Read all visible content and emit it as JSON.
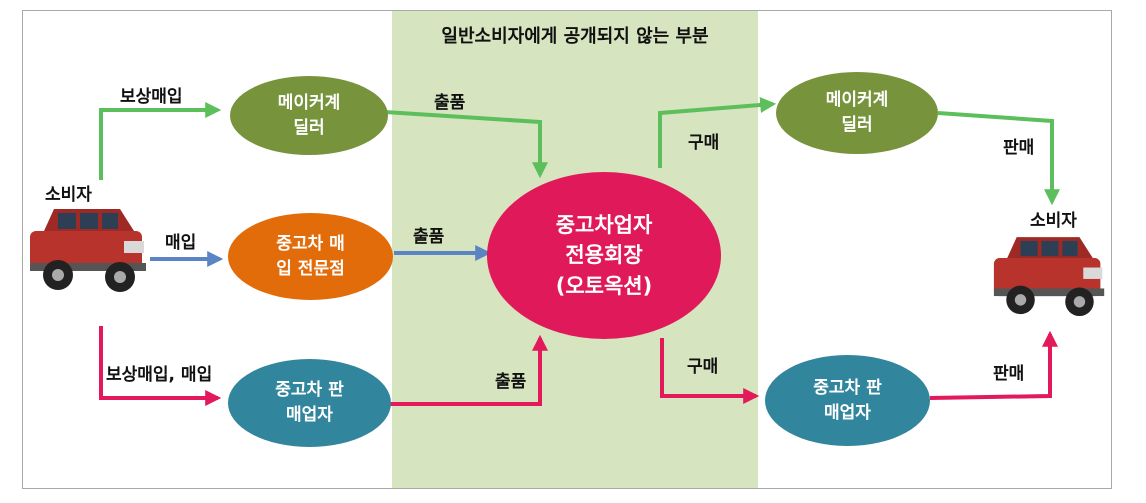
{
  "header": {
    "band_title": "일반소비자에게 공개되지 않는 부분"
  },
  "nodes": {
    "maker_dealer_left": {
      "line1": "메이커계",
      "line2": "딜러"
    },
    "buy_specialist": {
      "line1": "중고차 매",
      "line2": "입 전문점"
    },
    "dealer_left": {
      "line1": "중고차 판",
      "line2": "매업자"
    },
    "auction": {
      "line1": "중고차업자",
      "line2": "전용회장",
      "line3": "(오토옥션)"
    },
    "maker_dealer_right": {
      "line1": "메이커계",
      "line2": "딜러"
    },
    "dealer_right": {
      "line1": "중고차 판",
      "line2": "매업자"
    }
  },
  "labels": {
    "consumer_left": "소비자",
    "consumer_right": "소비자",
    "tradein": "보상매입",
    "buy": "매입",
    "tradein_buy": "보상매입, 매입",
    "consign_1": "출품",
    "consign_2": "출품",
    "consign_3": "출품",
    "purchase_1": "구매",
    "purchase_2": "구매",
    "sale_1": "판매",
    "sale_2": "판매"
  },
  "colors": {
    "green_arrow": "#5cbf5c",
    "blue_arrow": "#5b84c4",
    "red_arrow": "#e2195a",
    "band": "#d6e4bf",
    "node_green": "#77933c",
    "node_orange": "#e26b0a",
    "node_teal": "#31859c",
    "node_center": "#e0195a"
  }
}
